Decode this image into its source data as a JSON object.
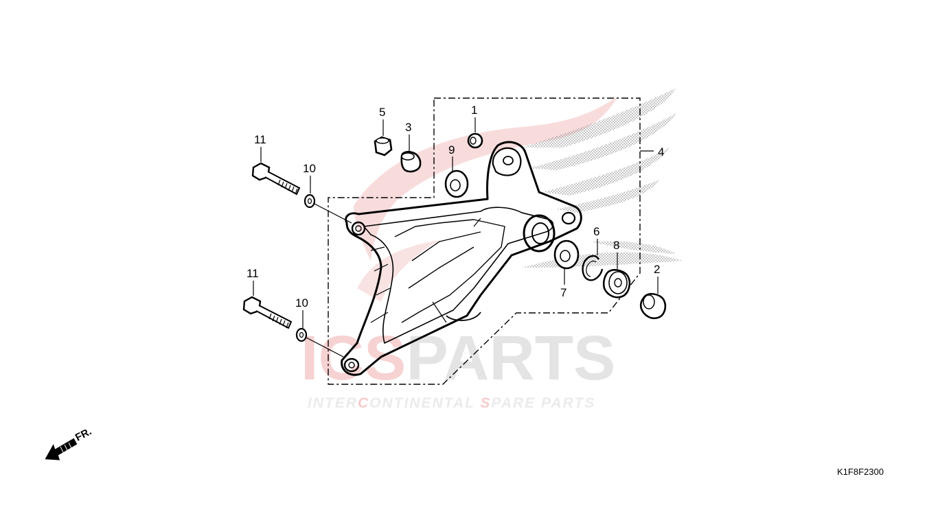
{
  "watermark": {
    "brand_red": "ICS",
    "brand_rest": "PARTS",
    "tagline_1": "INTER",
    "tagline_2": "C",
    "tagline_3": "ONTINENTAL ",
    "tagline_4": "S",
    "tagline_5": "PARE PARTS",
    "colors": {
      "red": "#f5cccc",
      "grey": "#e4e4e4"
    }
  },
  "direction": {
    "label": "FR.",
    "icon": "arrow-front-icon"
  },
  "diagram_code": "K1F8F2300",
  "callouts": {
    "c1": "1",
    "c2": "2",
    "c3": "3",
    "c4": "4",
    "c5": "5",
    "c6": "6",
    "c7": "7",
    "c8": "8",
    "c9": "9",
    "c10a": "10",
    "c10b": "10",
    "c11a": "11",
    "c11b": "11"
  },
  "colors": {
    "line": "#000000",
    "background": "#ffffff"
  }
}
